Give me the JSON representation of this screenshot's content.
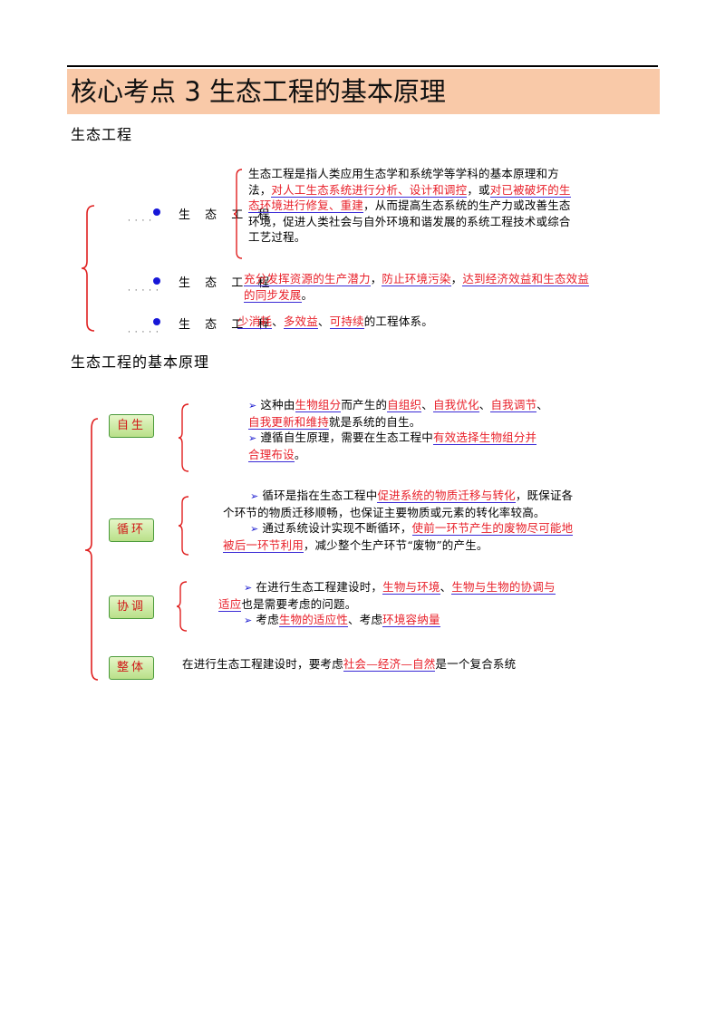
{
  "header": {
    "title": "核心考点 3 生态工程的基本原理"
  },
  "section1": {
    "heading": "生态工程",
    "row1": {
      "dots": "· · · ·",
      "label": "生 态 工 程",
      "def_a": "生态工程是指人类应用生态学和系统学等学科的基本原理和方法，",
      "def_b": "对人工生态系统进行分析、设计和调控",
      "def_c": "，或",
      "def_d": "对已被破坏的生态环境进行修复、重建",
      "def_e": "，从而提高生态系统的生产力或改善生态环境，促进人类社会与自外环境和谐发展的系统工程技术或综合工艺过程。"
    },
    "row2": {
      "dots": "· · · · ·",
      "label": "生 态 工 程",
      "p1": "充分发挥资源的生产潜力",
      "s1": "，",
      "p2": "防止环境污染",
      "s2": "，",
      "p3": "达到经济效益和生态效益的同步发展",
      "s3": "。"
    },
    "row3": {
      "dots": "· · · · ·",
      "label": "生 态 工 程",
      "p1": "少消耗",
      "s1": "、",
      "p2": "多效益",
      "s2": "、",
      "p3": "可持续",
      "s3": "的工程体系。"
    }
  },
  "section2": {
    "heading": "生态工程的基本原理",
    "arrow": "➢",
    "zisheng": {
      "label": "自生",
      "a1": "这种由",
      "a2": "生物组分",
      "a3": "而产生的",
      "a4": "自组织",
      "a5": "、",
      "a6": "自我优化",
      "a7": "、",
      "a8": "自我调节",
      "a9": "、",
      "a10": "自我更新和维持",
      "a11": "就是系统的自生。",
      "b1": "遵循自生原理，需要在生态工程中",
      "b2": "有效选择生物组分并合理布设",
      "b3": "。"
    },
    "xunhuan": {
      "label": "循环",
      "a1": "循环是指在生态工程中",
      "a2": "促进系统的物质迁移与转化",
      "a3": "，既保证各个环节的物质迁移顺畅，也保证主要物质或元素的转化率较高。",
      "b1": "通过系统设计实现不断循环，",
      "b2": "使前一环节产生的废物尽可能地被后一环节利用",
      "b3": "，减少整个生产环节“废物”的产生。"
    },
    "xietiao": {
      "label": "协调",
      "a1": "在进行生态工程建设时，",
      "a2": "生物与环境",
      "a3": "、",
      "a4": "生物与生物的协调与适应",
      "a5": "也是需要考虑的问题。",
      "b1": "考虑",
      "b2": "生物的适应性",
      "b3": "、考虑",
      "b4": "环境容纳量"
    },
    "zhengti": {
      "label": "整体",
      "a1": "在进行生态工程建设时，要考虑",
      "a2": "社会—经济—自然",
      "a3": "是一个复合系统"
    }
  }
}
